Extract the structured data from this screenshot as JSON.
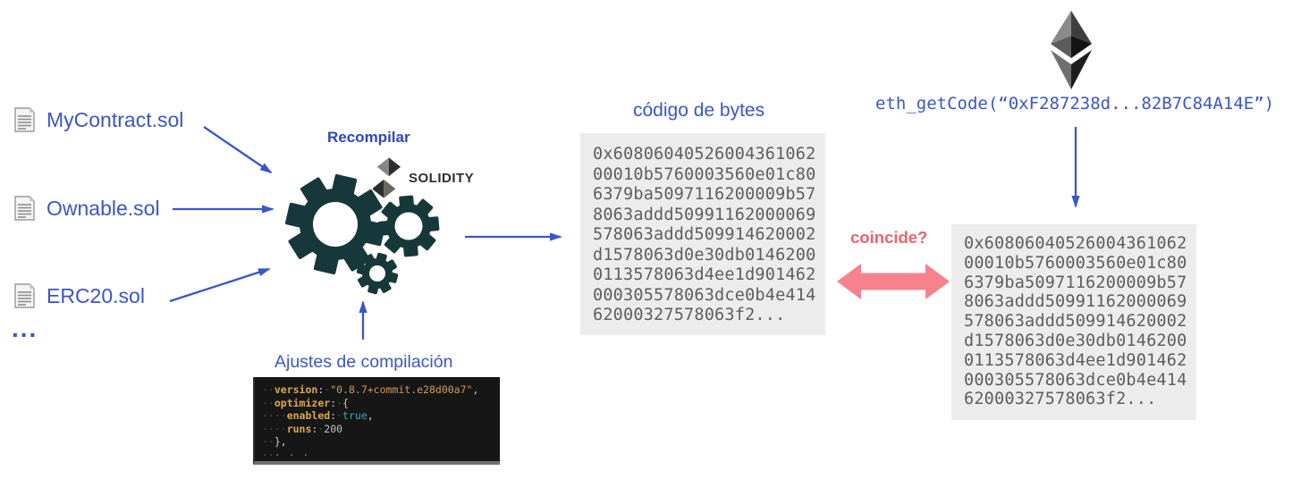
{
  "colors": {
    "blue": "#3a56c6",
    "blue_bold": "#2c46c4",
    "gear": "#17383a",
    "pink": "#f5828d",
    "pink_text": "#f0606c",
    "box_bg": "#ececec",
    "box_text": "#5e5e5e",
    "code_bg": "#161616",
    "code_key": "#d9ab4e",
    "code_str": "#cf9a5c",
    "code_bool": "#4fa8b0",
    "code_num": "#c2c2c2",
    "code_punct": "#c8c8c8",
    "code_ws": "#4f4f4f",
    "code_dim": "#a08042"
  },
  "source_files": {
    "items": [
      {
        "label": "MyContract.sol"
      },
      {
        "label": "Ownable.sol"
      },
      {
        "label": "ERC20.sol"
      }
    ],
    "more": "..."
  },
  "compiler": {
    "title": "Recompilar",
    "solidity_label": "SOLIDITY"
  },
  "settings": {
    "label": "Ajustes de compilación",
    "code_lines": [
      [
        [
          "ws",
          "··"
        ],
        [
          "key",
          "version"
        ],
        [
          "punct",
          ":"
        ],
        [
          "ws",
          "·"
        ],
        [
          "str",
          "\"0.8.7+commit.e28d00a7\""
        ],
        [
          "punct",
          ","
        ]
      ],
      [
        [
          "ws",
          "··"
        ],
        [
          "key",
          "optimizer"
        ],
        [
          "punct",
          ":"
        ],
        [
          "ws",
          "·"
        ],
        [
          "punct",
          "{"
        ]
      ],
      [
        [
          "ws",
          "····"
        ],
        [
          "key",
          "enabled"
        ],
        [
          "punct",
          ":"
        ],
        [
          "ws",
          "·"
        ],
        [
          "bool",
          "true"
        ],
        [
          "punct",
          ","
        ]
      ],
      [
        [
          "ws",
          "····"
        ],
        [
          "key",
          "runs"
        ],
        [
          "punct",
          ":"
        ],
        [
          "ws",
          "·"
        ],
        [
          "num",
          "200"
        ]
      ],
      [
        [
          "ws",
          "··"
        ],
        [
          "punct",
          "},"
        ]
      ],
      [
        [
          "ws",
          "··"
        ],
        [
          "dim",
          "· · ·"
        ]
      ]
    ]
  },
  "recompiled": {
    "title": "código de bytes",
    "bytecode_lines": [
      "0x60806040526004361062",
      "00010b5760003560e01c80",
      "6379ba5097116200009b57",
      "8063addd50991162000069",
      "578063addd509914620002",
      "d1578063d0e30db0146200",
      "0113578063d4ee1d901462",
      "000305578063dce0b4e414",
      "62000327578063f2..."
    ]
  },
  "comparison": {
    "label": "coincide?"
  },
  "onchain": {
    "call": "eth_getCode(“0xF287238d...82B7C84A14E”)",
    "bytecode_lines": [
      "0x60806040526004361062",
      "00010b5760003560e01c80",
      "6379ba5097116200009b57",
      "8063addd50991162000069",
      "578063addd509914620002",
      "d1578063d0e30db0146200",
      "0113578063d4ee1d901462",
      "000305578063dce0b4e414",
      "62000327578063f2..."
    ]
  }
}
